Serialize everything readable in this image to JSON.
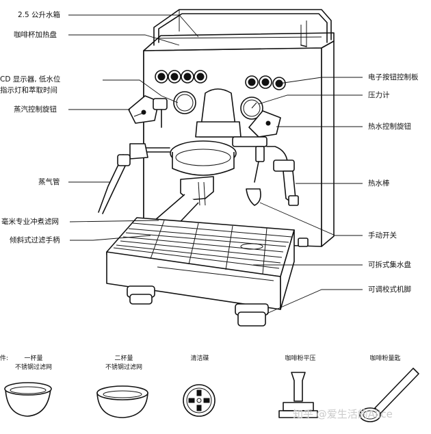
{
  "labels_left": [
    {
      "id": "water-tank",
      "text": "2.5 公升水箱"
    },
    {
      "id": "cup-warmer",
      "text": "咖啡杯加热盘"
    },
    {
      "id": "lcd-line1",
      "text": "CD 显示器, 低水位"
    },
    {
      "id": "lcd-line2",
      "text": "指示灯和萃取时间"
    },
    {
      "id": "steam-knob",
      "text": "蒸汽控制旋钮"
    },
    {
      "id": "steam-wand",
      "text": "蒸气管"
    },
    {
      "id": "filter-net",
      "text": "毫米专业冲煮滤网"
    },
    {
      "id": "portafilter",
      "text": "倾斜式过滤手柄"
    }
  ],
  "labels_right": [
    {
      "id": "button-panel",
      "text": "电子按钮控制板"
    },
    {
      "id": "pressure-gauge",
      "text": "压力计"
    },
    {
      "id": "hot-water-knob",
      "text": "热水控制旋钮"
    },
    {
      "id": "hot-water-wand",
      "text": "热水棒"
    },
    {
      "id": "manual-switch",
      "text": "手动开关"
    },
    {
      "id": "drip-tray",
      "text": "可拆式集水盘"
    },
    {
      "id": "adjustable-feet",
      "text": "可调校式机脚"
    }
  ],
  "accessories_prefix": "件:",
  "accessories": [
    {
      "id": "one-cup-filter",
      "line1": "一杯量",
      "line2": "不锈钢过滤网"
    },
    {
      "id": "two-cup-filter",
      "line1": "二杯量",
      "line2": "不锈钢过滤网"
    },
    {
      "id": "cleaning-disc",
      "line1": "清洁碟",
      "line2": ""
    },
    {
      "id": "tamper",
      "line1": "咖啡粉平压",
      "line2": ""
    },
    {
      "id": "scoop",
      "line1": "咖啡粉量匙",
      "line2": ""
    }
  ],
  "watermark": "知乎 @爱生活的Alice"
}
